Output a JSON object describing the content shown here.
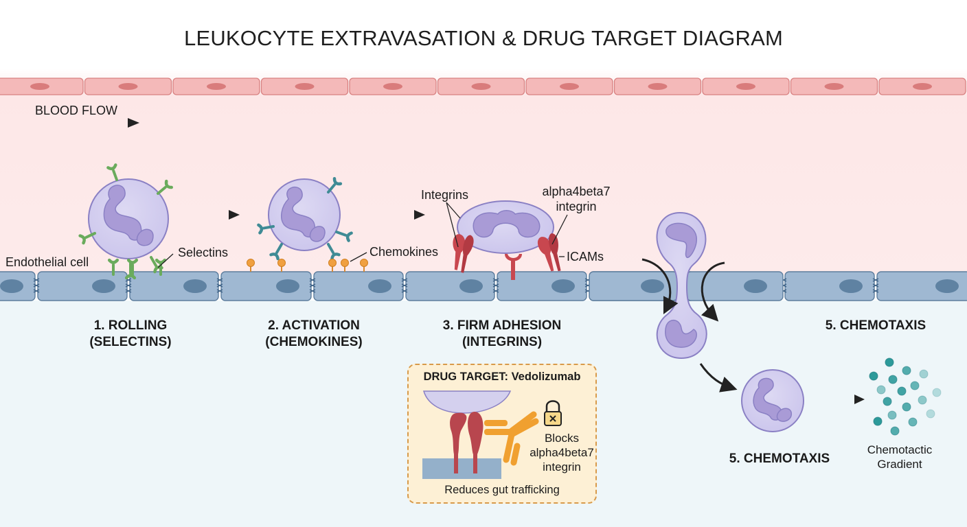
{
  "title": "LEUKOCYTE EXTRAVASATION & DRUG TARGET DIAGRAM",
  "blood_flow": {
    "label": "BLOOD FLOW",
    "icon": "arrow-right-icon"
  },
  "labels": {
    "endothelial_cell": "Endothelial cell",
    "selectins": "Selectins",
    "chemokines": "Chemokines",
    "integrins": "Integrins",
    "alpha4beta7_line1": "alpha4beta7",
    "alpha4beta7_line2": "integrin",
    "icams": "ICAMs",
    "gradient_line1": "Chemotactic",
    "gradient_line2": "Gradient"
  },
  "stages": [
    {
      "line1": "1. ROLLING",
      "line2": "(SELECTINS)"
    },
    {
      "line1": "2. ACTIVATION",
      "line2": "(CHEMOKINES)"
    },
    {
      "line1": "3. FIRM ADHESION",
      "line2": "(INTEGRINS)"
    },
    {
      "line1": "5. CHEMOTAXIS",
      "line2": ""
    },
    {
      "line1": "5. CHEMOTAXIS",
      "line2": ""
    }
  ],
  "drug_target": {
    "title": "DRUG TARGET: Vedolizumab",
    "block_line1": "Blocks",
    "block_line2": "alpha4beta7",
    "block_line3": "integrin",
    "footer": "Reduces gut trafficking",
    "icon": "lock-x-icon"
  },
  "colors": {
    "vessel_wall": "#f4b8b8",
    "blood_bg": "#fde8e8",
    "endothelium": "#9cb6d0",
    "tissue_bg": "#eef6f9",
    "leukocyte": "#d4d0ee",
    "nucleus": "#a99bd6",
    "selectin": "#6aab5c",
    "chemokine_receptor": "#3f8b95",
    "chemokine": "#f0a040",
    "integrin": "#c8474f",
    "antibody": "#f0a030",
    "drug_box": "#fdf0d5"
  }
}
